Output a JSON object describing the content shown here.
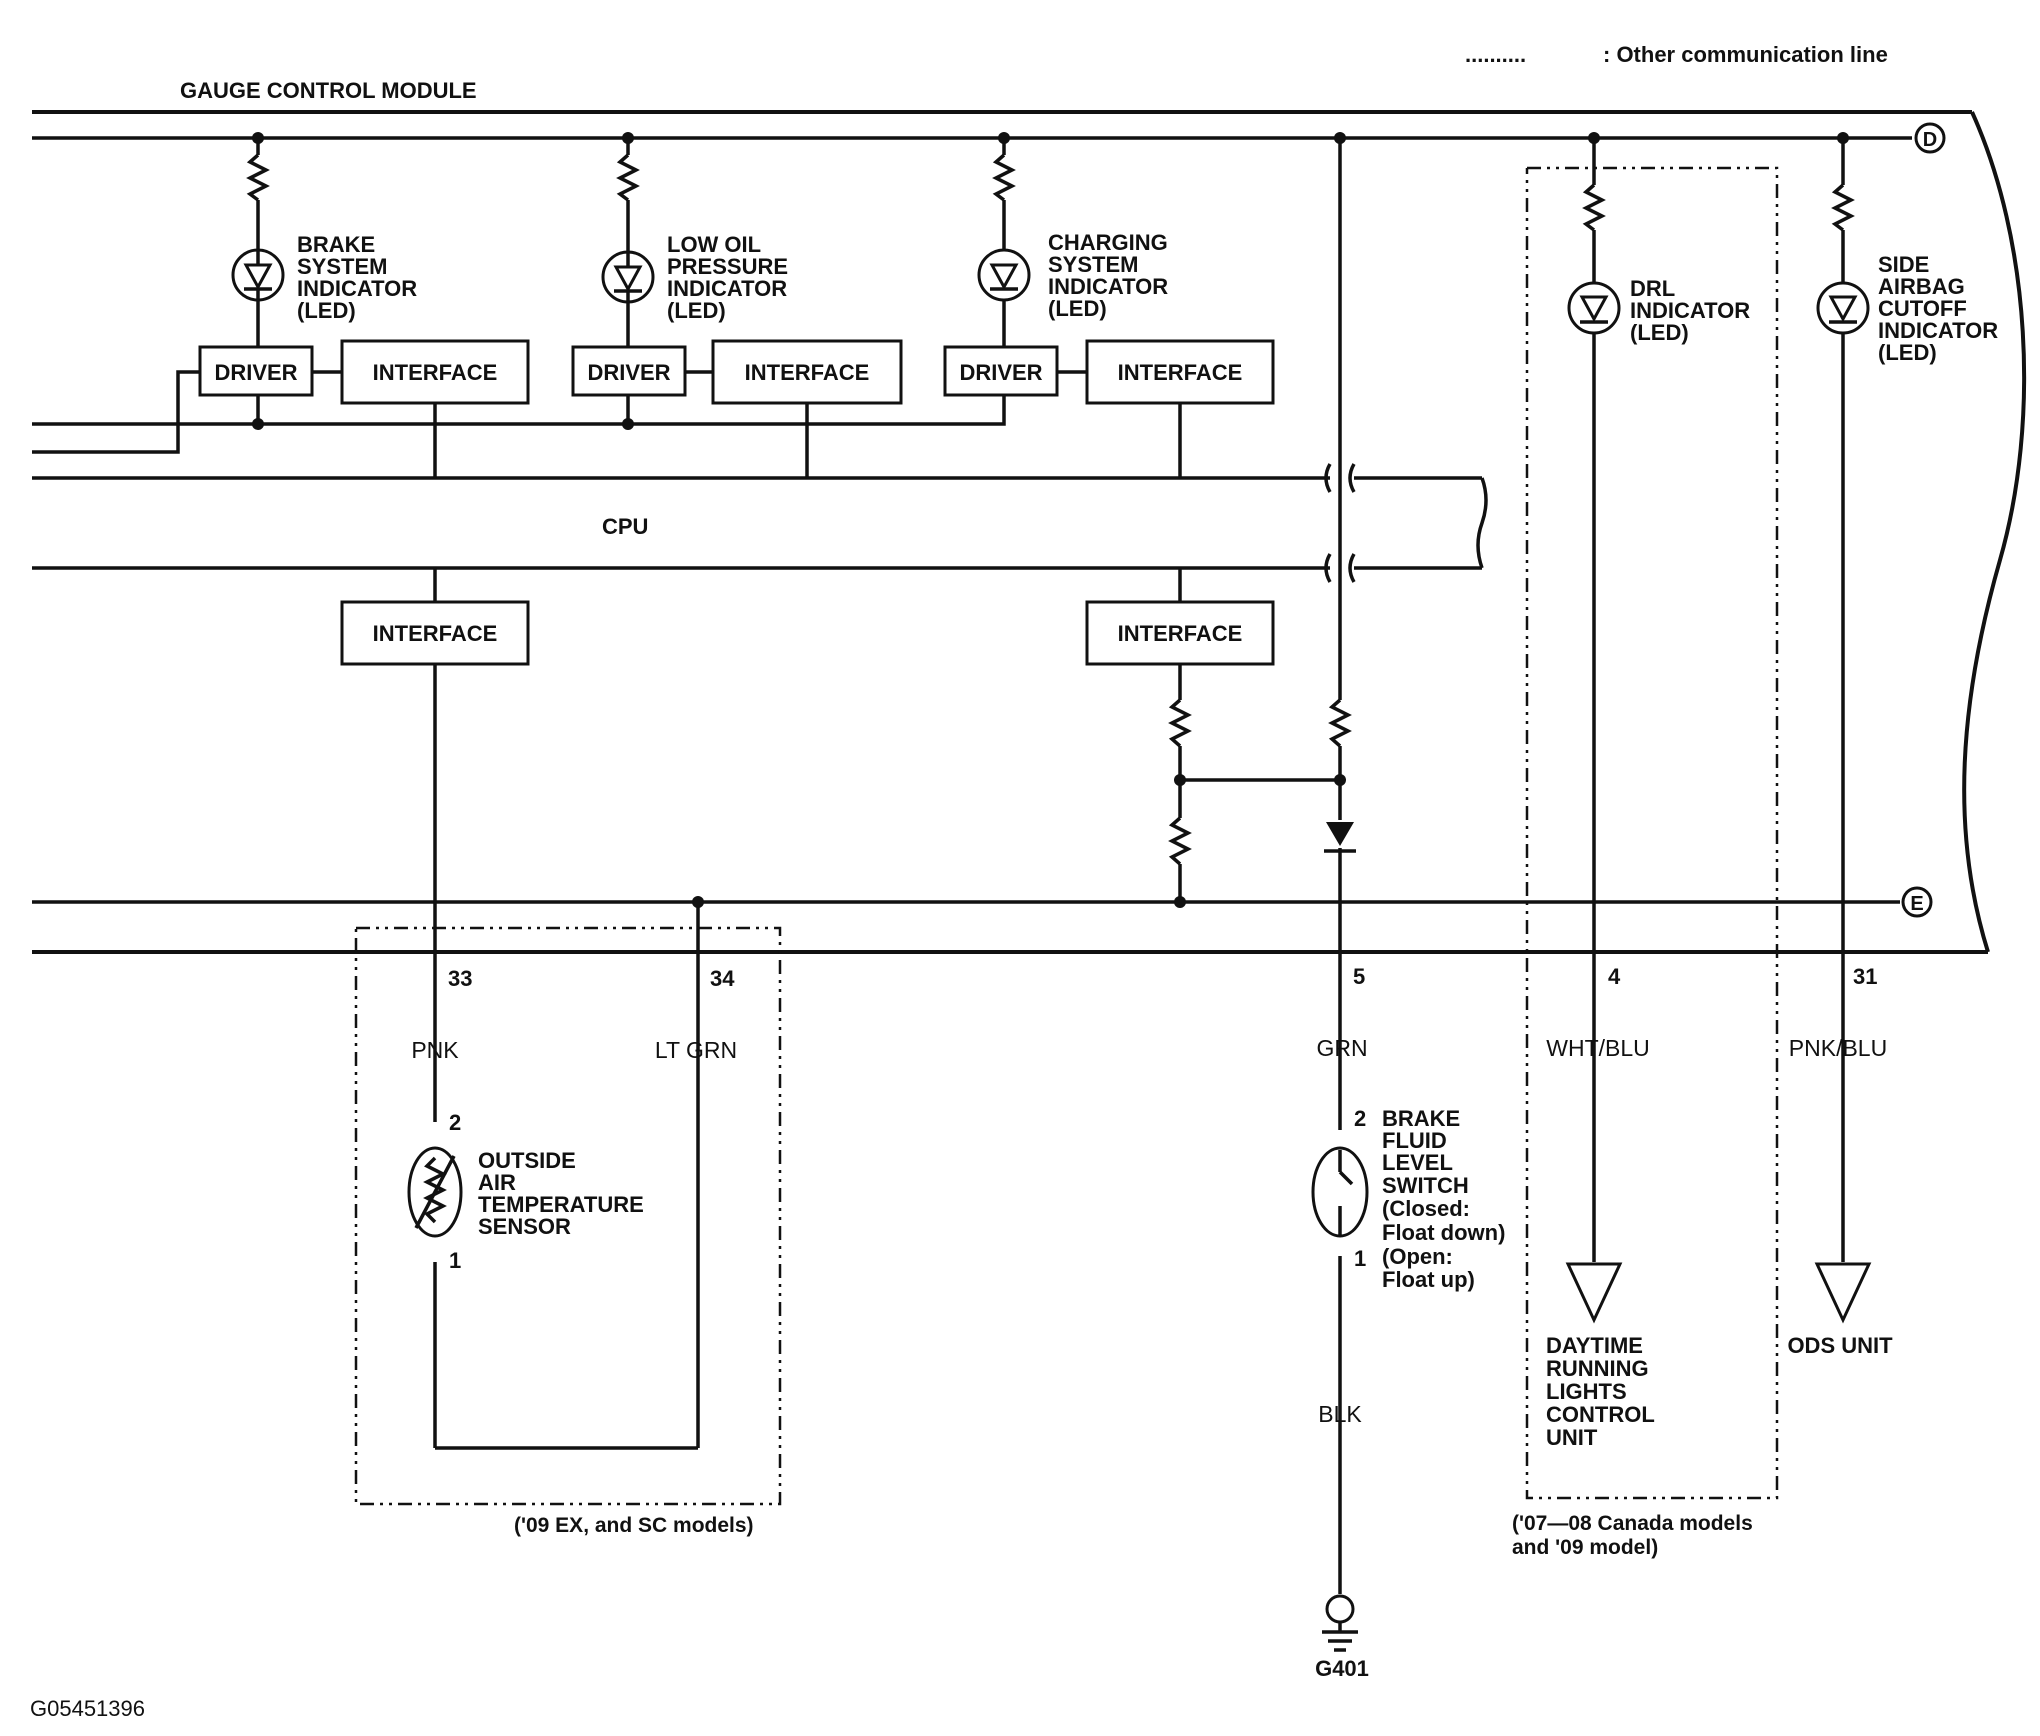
{
  "legend": {
    "dots": "..........",
    "text": ": Other communication line"
  },
  "module_title": "GAUGE CONTROL MODULE",
  "cpu_label": "CPU",
  "connector_d": "D",
  "connector_e": "E",
  "driver_label": "DRIVER",
  "interface_label": "INTERFACE",
  "brake_indicator": [
    "BRAKE",
    "SYSTEM",
    "INDICATOR",
    "(LED)"
  ],
  "oil_indicator": [
    "LOW OIL",
    "PRESSURE",
    "INDICATOR",
    "(LED)"
  ],
  "charging_indicator": [
    "CHARGING",
    "SYSTEM",
    "INDICATOR",
    "(LED)"
  ],
  "drl_indicator": [
    "DRL",
    "INDICATOR",
    "(LED)"
  ],
  "airbag_indicator": [
    "SIDE",
    "AIRBAG",
    "CUTOFF",
    "INDICATOR",
    "(LED)"
  ],
  "pins": {
    "p33": "33",
    "p34": "34",
    "p5": "5",
    "p4": "4",
    "p31": "31"
  },
  "wires": {
    "pnk": "PNK",
    "ltgrn": "LT GRN",
    "grn": "GRN",
    "whtblu": "WHT/BLU",
    "pnkblu": "PNK/BLU",
    "blk": "BLK"
  },
  "temp_sensor": {
    "pin_top": "2",
    "pin_bottom": "1",
    "lines": [
      "OUTSIDE",
      "AIR",
      "TEMPERATURE",
      "SENSOR"
    ]
  },
  "brake_switch": {
    "pin_top": "2",
    "pin_bottom": "1",
    "lines": [
      "BRAKE",
      "FLUID",
      "LEVEL",
      "SWITCH",
      "(Closed:",
      "Float down)",
      "(Open:",
      "Float up)"
    ]
  },
  "drl_unit": [
    "DAYTIME",
    "RUNNING",
    "LIGHTS",
    "CONTROL",
    "UNIT"
  ],
  "ods_unit": "ODS UNIT",
  "ground": "G401",
  "note_ex_sc": "('09 EX, and SC models)",
  "note_canada": [
    "('07—08 Canada models",
    "and '09 model)"
  ],
  "figure_id": "G05451396"
}
